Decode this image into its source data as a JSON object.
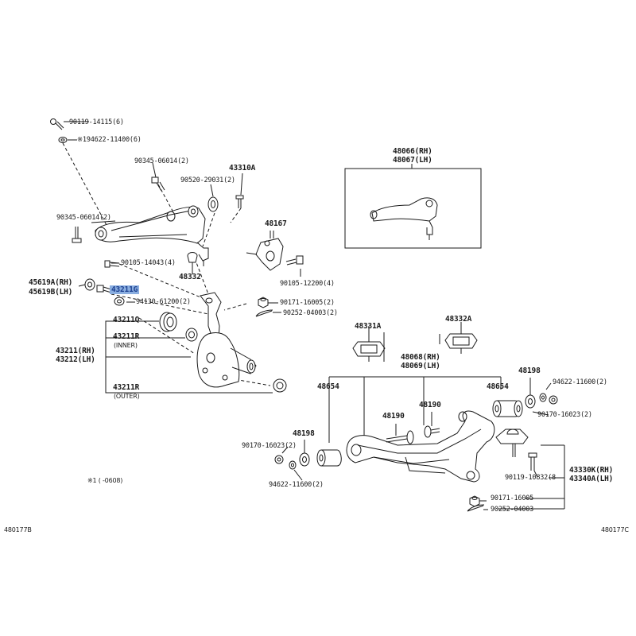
{
  "diagram": {
    "highlight_color": "#8aaee0",
    "highlight_text_color": "#1b3f8f",
    "labels": {
      "p90119_14115": "90119-14115(6)",
      "p194622_11400": "※194622-11400(6)",
      "p90345_06014_top": "90345-06014(2)",
      "p43310A": "43310A",
      "p90520_29031": "90520-29031(2)",
      "p90345_06014_left": "90345-06014(2)",
      "p48167": "48167",
      "p90105_14043": "90105-14043(4)",
      "p48332": "48332",
      "p90105_12200": "90105-12200(4)",
      "p45619A": "45619A(RH)",
      "p45619B": "45619B(LH)",
      "p43211G": "43211G",
      "p94130_61200": "94130-61200(2)",
      "p90171_16005_up": "90171-16005(2)",
      "p90252_04003_up": "90252-04003(2)",
      "p43211Q": "43211Q",
      "p43211R_inner": "43211R",
      "inner_tag": "(INNER)",
      "p43211": "43211(RH)",
      "p43212": "43212(LH)",
      "p43211R_outer": "43211R",
      "outer_tag": "(OUTER)",
      "p48066": "48066(RH)",
      "p48067": "48067(LH)",
      "p48331A": "48331A",
      "p48332A": "48332A",
      "p48068": "48068(RH)",
      "p48069": "48069(LH)",
      "p48198_r": "48198",
      "p94622_11600_r": "94622-11600(2)",
      "p48654_l": "48654",
      "p48654_r": "48654",
      "p90170_16023_r": "90170-16023(2)",
      "p48190_a": "48190",
      "p48190_b": "48190",
      "p48198_l": "48198",
      "p90170_16023_l": "90170-16023(2)",
      "p94622_11600_l": "94622-11600(2)",
      "p43330K": "43330K(RH)",
      "p43340A": "43340A(LH)",
      "p90119_10832": "90119-10832(8",
      "p90171_16005_low": "90171-16005",
      "p90252_04003_low": "90252-04003",
      "footnote": "※1  (     -0608)",
      "code_left": "480177B",
      "code_right": "480177C"
    }
  }
}
